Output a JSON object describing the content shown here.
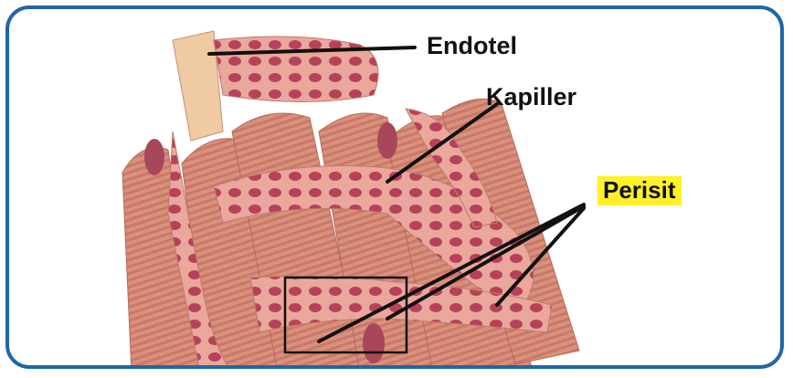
{
  "labels": {
    "endotel": "Endotel",
    "kapiller": "Kapiller",
    "perisit": "Perisit"
  },
  "colors": {
    "frame_border": "#1f66a8",
    "perisit_highlight": "#fff02a",
    "muscle_fiber": "#d9917c",
    "capillary": "#e6a396",
    "vessel_lumen": "#b8415a",
    "pointer_line": "#111111"
  }
}
